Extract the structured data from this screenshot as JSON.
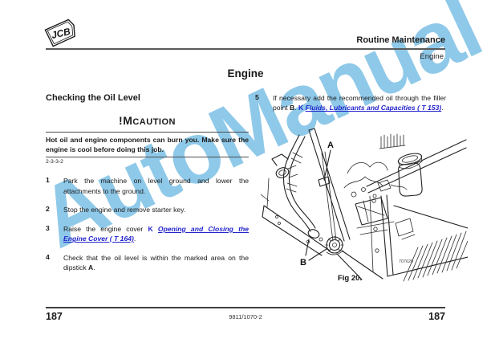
{
  "watermark": "AutoManual",
  "header": {
    "logo": "JCB",
    "section": "Routine Maintenance",
    "subsection": "Engine"
  },
  "page_title": "Engine",
  "left_column": {
    "heading": "Checking the Oil Level",
    "caution": {
      "symbol": "!M",
      "label": "CAUTION",
      "text": "Hot oil and engine components can burn you. Make sure the engine is cool before doing this job.",
      "code": "2-3-3-2"
    },
    "steps": [
      {
        "num": "1",
        "text": "Park the machine on level ground and lower the attachments to the ground."
      },
      {
        "num": "2",
        "text": "Stop the engine and remove starter key."
      },
      {
        "num": "3",
        "pre": "Raise the engine cover ",
        "ref_symbol": "K",
        "link": "Opening and Closing the Engine Cover ( T 164)",
        "post": "."
      },
      {
        "num": "4",
        "pre": "Check that the oil level is within the marked area on the dipstick ",
        "bold": "A",
        "post": "."
      }
    ]
  },
  "right_column": {
    "step": {
      "num": "5",
      "pre": "If necessary add the recommended oil through the filler point ",
      "bold": "B",
      "mid": ". ",
      "ref_symbol": "K",
      "link": "Fluids, Lubricants and Capacities ( T 153)",
      "post": "."
    }
  },
  "figure": {
    "label_a": "A",
    "label_b": "B",
    "part_number": "707620",
    "caption": "Fig 20."
  },
  "footer": {
    "page_number_left": "187",
    "publication_code": "9811/1070-2",
    "page_number_right": "187"
  },
  "colors": {
    "link_blue": "#2424cc",
    "watermark_blue": "#8fc9e9"
  }
}
